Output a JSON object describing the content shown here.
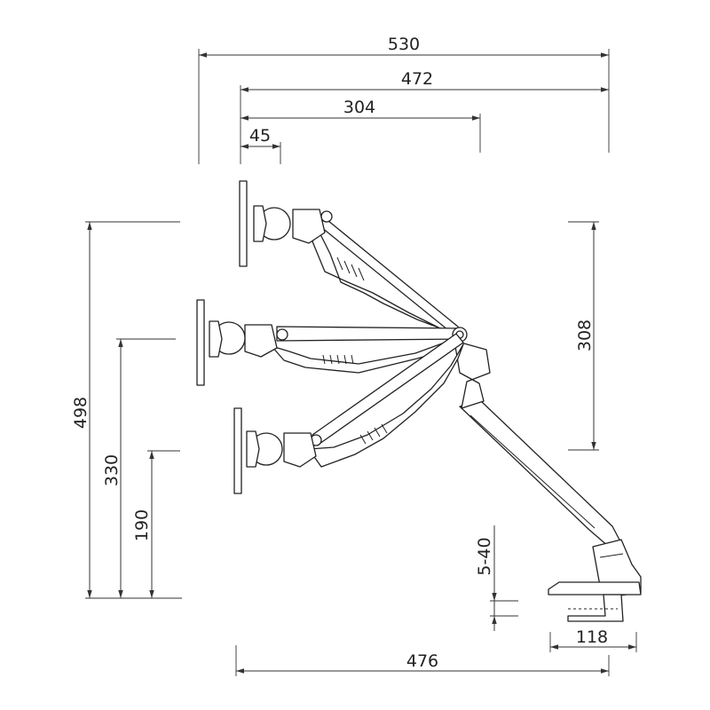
{
  "dimensions": {
    "total_width": "530",
    "arm_reach": "472",
    "mid_reach": "304",
    "plate_offset": "45",
    "total_height": "498",
    "mid_height": "330",
    "low_height": "190",
    "height_range": "308",
    "desk_thickness": "5-40",
    "clamp_depth": "118",
    "base_width": "476"
  }
}
